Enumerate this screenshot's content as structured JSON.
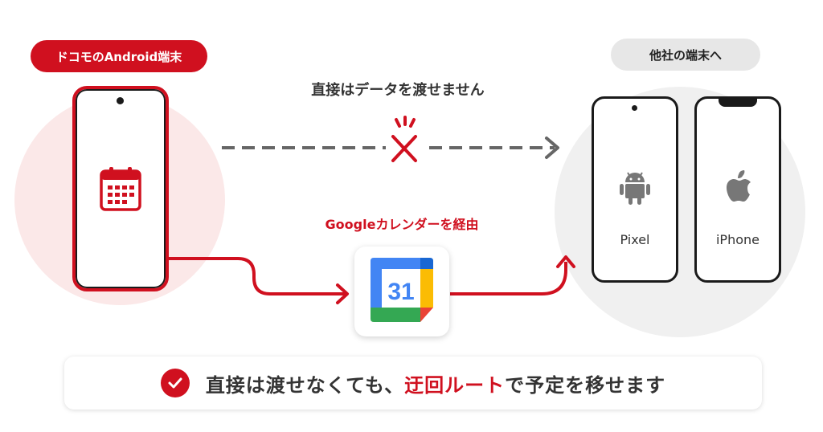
{
  "source": {
    "pill_label": "ドコモのAndroid端末"
  },
  "destination": {
    "pill_label": "他社の端末へ",
    "devices": [
      {
        "label": "Pixel",
        "icon": "android-icon"
      },
      {
        "label": "iPhone",
        "icon": "apple-icon"
      }
    ]
  },
  "direct_path": {
    "label": "直接はデータを渡せません"
  },
  "via_path": {
    "label": "Googleカレンダーを経由"
  },
  "calendar_app": {
    "number": "31"
  },
  "bottom_message": {
    "before": "直接は渡せなくても、",
    "highlight": "迂回ルート",
    "after": "で予定を移せます"
  },
  "colors": {
    "accent": "#d0101f",
    "gray_arrow": "#666666"
  }
}
